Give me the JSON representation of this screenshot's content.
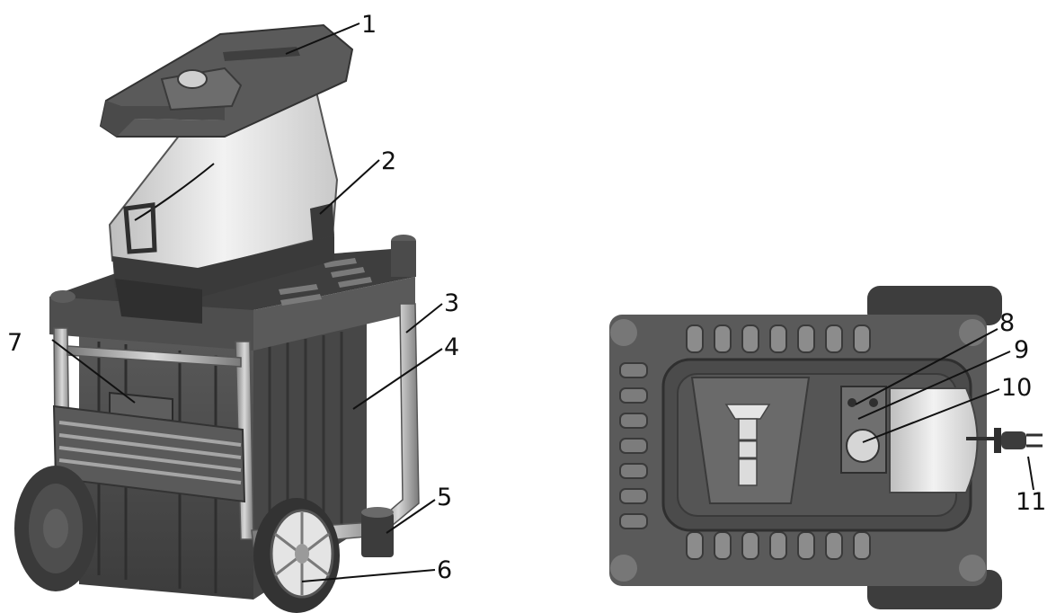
{
  "labels": {
    "l1": "1",
    "l2": "2",
    "l3": "3",
    "l4": "4",
    "l5": "5",
    "l6": "6",
    "l7": "7",
    "l8": "8",
    "l9": "9",
    "l10": "10",
    "l11": "11"
  },
  "colors": {
    "dark_body": "#4a4a4a",
    "mid_body": "#6b6b6b",
    "light_body": "#d8d8d8",
    "frame": "#9a9a9a",
    "wheel_hub": "#c8c8c8",
    "line": "#111111"
  }
}
